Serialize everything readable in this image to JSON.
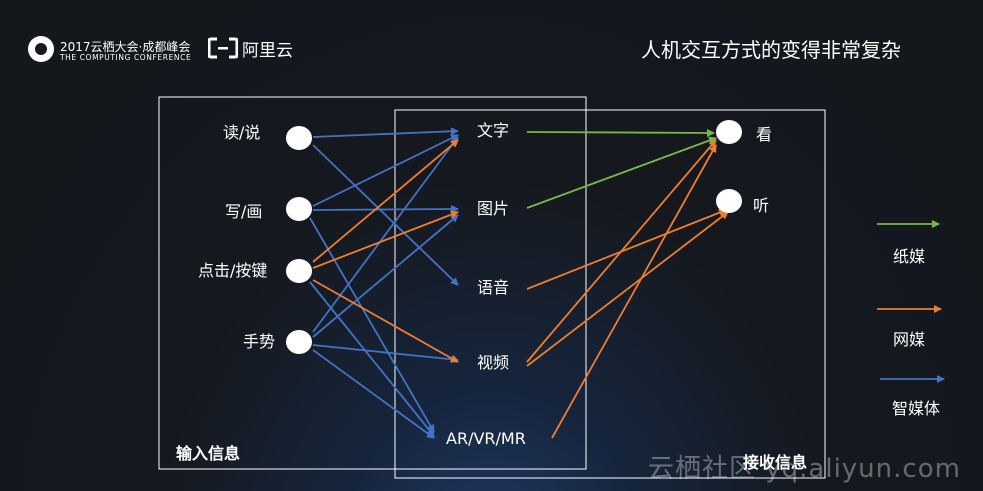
{
  "header": {
    "conference_title": "2017云栖大会·成都峰会",
    "conference_subtitle": "THE COMPUTING CONFERENCE",
    "brand_name": "阿里云",
    "brand_logo_icon": "aliyun-bracket-logo-icon",
    "conference_logo_icon": "computing-conference-logo-icon"
  },
  "title": "人机交互方式的变得非常复杂",
  "colors": {
    "paper_media": "#7ab648",
    "web_media": "#ed7d31",
    "smart_media": "#4472c4",
    "frame": "#ffffff"
  },
  "input": {
    "frame_label": "输入信息",
    "items": [
      "读/说",
      "写/画",
      "点击/按键",
      "手势"
    ]
  },
  "media": {
    "items": [
      "文字",
      "图片",
      "语音",
      "视频",
      "AR/VR/MR"
    ]
  },
  "receive": {
    "frame_label": "接收信息",
    "items": [
      "看",
      "听"
    ]
  },
  "legend": [
    {
      "label": "纸媒",
      "color": "#7ab648"
    },
    {
      "label": "网媒",
      "color": "#ed7d31"
    },
    {
      "label": "智媒体",
      "color": "#4472c4"
    }
  ],
  "watermark": "云栖社区 yq.aliyun.com"
}
